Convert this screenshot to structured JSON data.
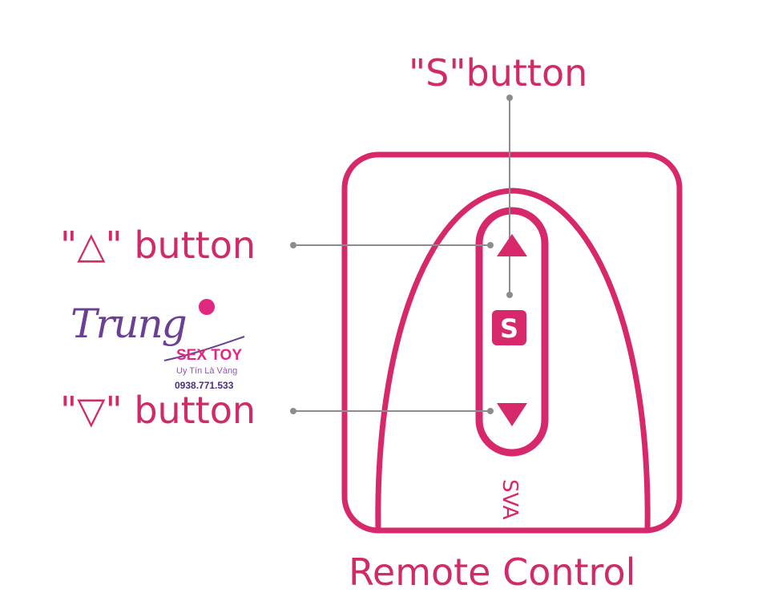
{
  "diagram": {
    "labels": {
      "s_button": "\"S\"button",
      "up_button": "\"△\" button",
      "down_button": "\"▽\" button",
      "device_brand": "SVA",
      "s_key": "S",
      "caption": "Remote Control"
    },
    "colors": {
      "accent": "#d6286a",
      "leader": "#8c8c8c"
    }
  },
  "watermark": {
    "name": "Trung",
    "brand": "SEX TOY",
    "slogan": "Uy Tín Là Vàng",
    "phone": "0938.771.533"
  }
}
